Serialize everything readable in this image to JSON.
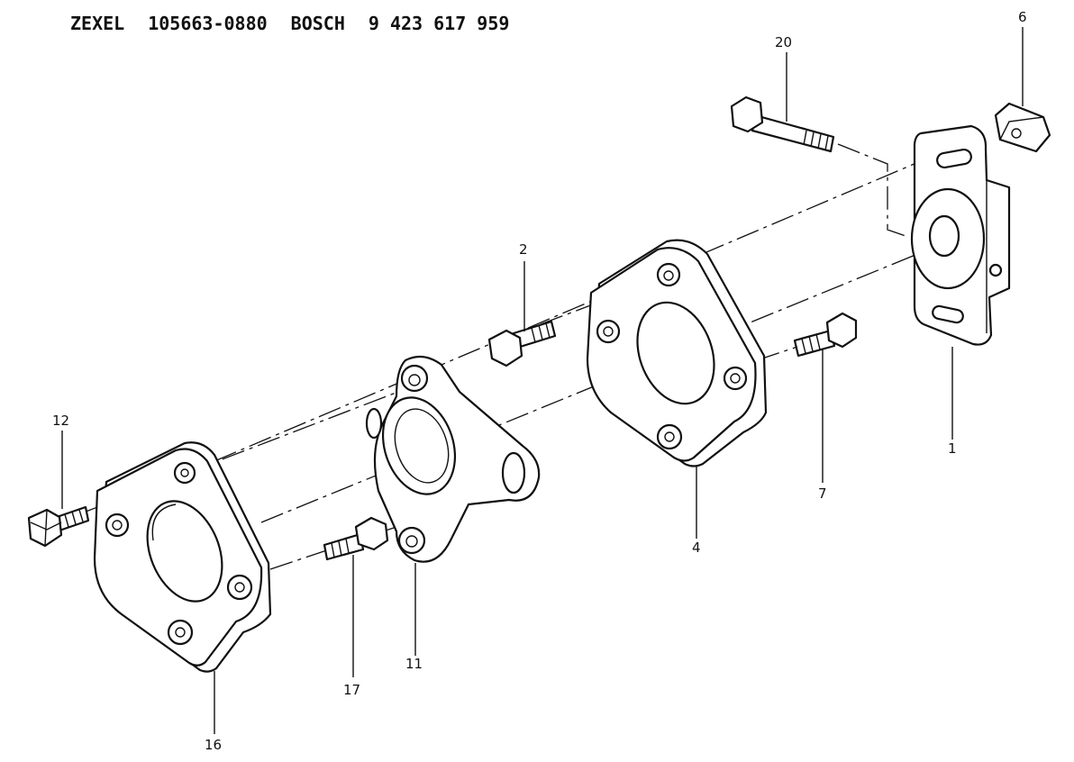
{
  "header": {
    "brand_1": "ZEXEL",
    "part_number_1": "105663-0880",
    "brand_2": "BOSCH",
    "part_number_2": "9 423 617 959"
  },
  "callouts": {
    "c1": "1",
    "c2": "2",
    "c4": "4",
    "c6": "6",
    "c7": "7",
    "c11": "11",
    "c12": "12",
    "c16": "16",
    "c17": "17",
    "c20": "20"
  }
}
